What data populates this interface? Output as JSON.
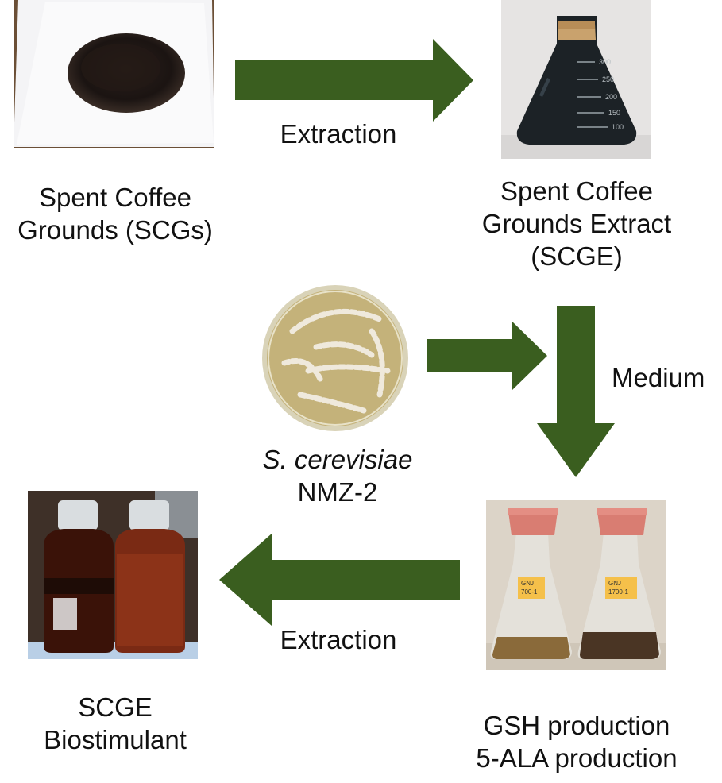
{
  "nodes": {
    "scgs": {
      "line1": "Spent Coffee",
      "line2": "Grounds (SCGs)"
    },
    "scge": {
      "line1": "Spent Coffee",
      "line2": "Grounds  Extract",
      "line3": "(SCGE)"
    },
    "yeast": {
      "line1": "S. cerevisiae",
      "line2": "NMZ-2"
    },
    "production": {
      "line1": "GSH production",
      "line2": "5-ALA production"
    },
    "biostimulant": {
      "line1": "SCGE",
      "line2": "Biostimulant"
    }
  },
  "edges": {
    "extraction_top": "Extraction",
    "medium": "Medium",
    "extraction_bottom": "Extraction"
  },
  "photo_text": {
    "flask_marks": [
      "300",
      "250",
      "200",
      "150",
      "100"
    ],
    "tag_left": {
      "line1": "GNJ",
      "line2": "700-1"
    },
    "tag_right": {
      "line1": "GNJ",
      "line2": "1700-1"
    }
  },
  "colors": {
    "arrow": "#3a5e1f",
    "text": "#111111"
  }
}
